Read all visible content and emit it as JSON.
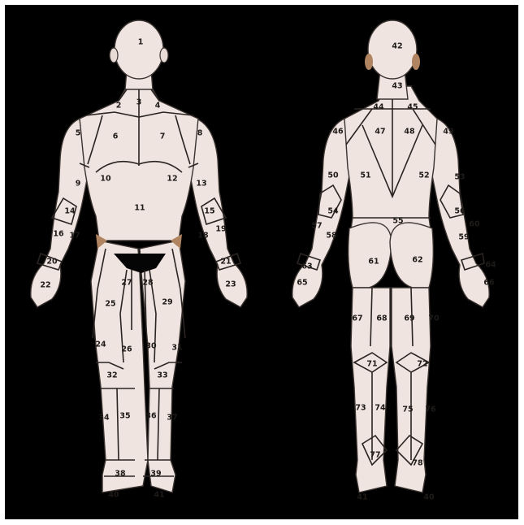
{
  "front_labels": [
    "1",
    "2",
    "3",
    "4",
    "5",
    "6",
    "7",
    "8",
    "9",
    "10",
    "11",
    "12",
    "13",
    "14",
    "15",
    "16",
    "17",
    "18",
    "19",
    "20",
    "21",
    "22",
    "23",
    "24",
    "25",
    "26",
    "27",
    "28",
    "29",
    "30",
    "31",
    "32",
    "33",
    "34",
    "35",
    "36",
    "37",
    "38",
    "39",
    "40",
    "41"
  ],
  "back_labels": [
    "42",
    "43",
    "44",
    "45",
    "46",
    "47",
    "48",
    "49",
    "50",
    "51",
    "52",
    "53",
    "54",
    "55",
    "56",
    "57",
    "58",
    "59",
    "60",
    "61",
    "62",
    "63",
    "64",
    "65",
    "66",
    "67",
    "68",
    "69",
    "70",
    "71",
    "72",
    "73",
    "74",
    "75",
    "76",
    "77",
    "78",
    "41",
    "40"
  ],
  "colors": {
    "background": "#000000",
    "skin": "#efe4df",
    "outline": "#2a2422",
    "label": "#1e1a18"
  }
}
